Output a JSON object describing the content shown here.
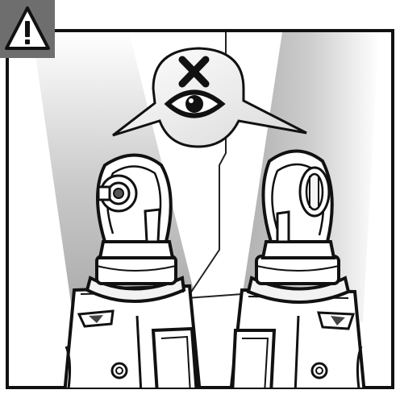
{
  "illustration": {
    "warning_badge": {
      "icon": "warning-triangle-icon",
      "glyph": "!",
      "background": "#6e6e6e"
    },
    "callout": {
      "icons": [
        "eye-icon",
        "cross-x-icon"
      ],
      "meaning": "do-not-look"
    },
    "tools": [
      {
        "name": "ratchet-tool-left",
        "head": "socket-head-front"
      },
      {
        "name": "ratchet-tool-right",
        "head": "socket-head-side"
      }
    ],
    "colors": {
      "line": "#111111",
      "light_beam": "#cfcfcf",
      "badge": "#6e6e6e",
      "badge_fill": "#ffffff"
    }
  }
}
